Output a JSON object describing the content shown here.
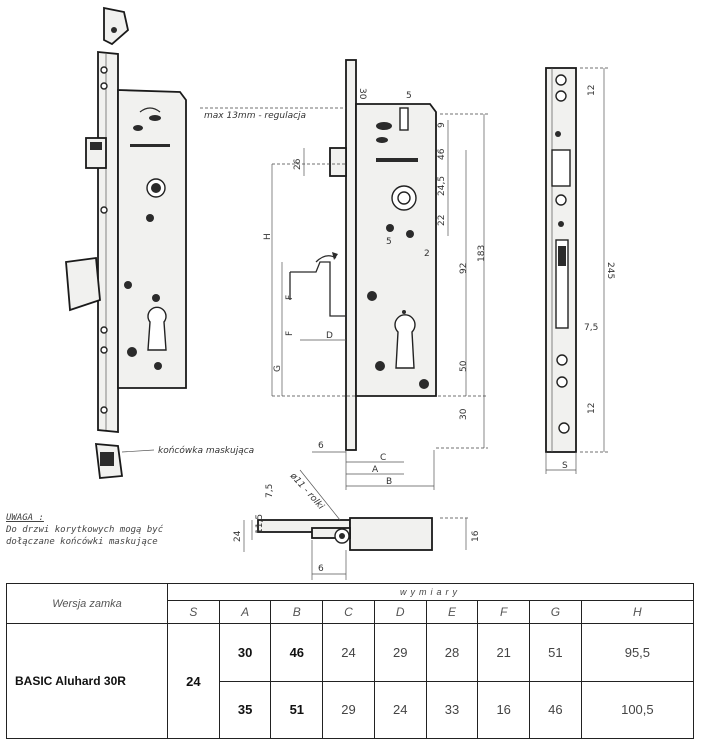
{
  "diagram": {
    "adjust_label": "max 13mm - regulacja",
    "cover_label": "końcówka maskująca",
    "bolt_label": "ø11 - rolki",
    "dims_front": [
      "30",
      "26",
      "H",
      "F",
      "F",
      "G",
      "D",
      "6",
      "C",
      "A",
      "B",
      "5",
      "9",
      "46",
      "24,5",
      "22",
      "5",
      "2",
      "92",
      "183",
      "50",
      "30"
    ],
    "dims_side": [
      "12",
      "245",
      "7,5",
      "12",
      "S"
    ],
    "dims_bottom": [
      "7,5",
      "24",
      "11,5",
      "16",
      "6"
    ]
  },
  "note": {
    "title": "UWAGA :",
    "line1": "Do  drzwi  korytkowych   mogą  być",
    "line2": "dołączane  końcówki  maskujące"
  },
  "table": {
    "variant_header": "Wersja zamka",
    "dims_header": "wymiary",
    "columns": [
      "S",
      "A",
      "B",
      "C",
      "D",
      "E",
      "F",
      "G",
      "H"
    ],
    "model": "BASIC Aluhard 30R",
    "s_value": "24",
    "rows": [
      [
        "30",
        "46",
        "24",
        "29",
        "28",
        "21",
        "51",
        "95,5"
      ],
      [
        "35",
        "51",
        "29",
        "24",
        "33",
        "16",
        "46",
        "100,5"
      ]
    ]
  }
}
